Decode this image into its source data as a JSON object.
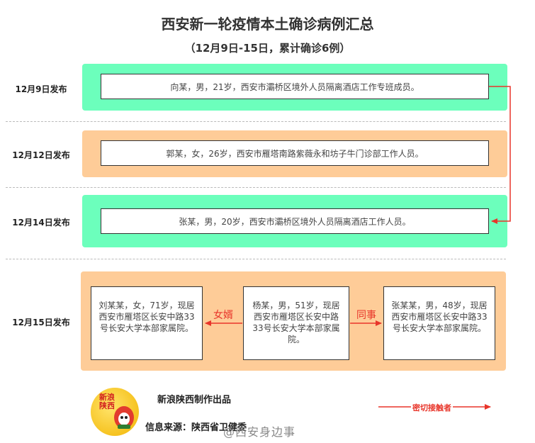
{
  "title": "西安新一轮疫情本土确诊病例汇总",
  "subtitle": "（12月9日-15日，累计确诊6例）",
  "rows": [
    {
      "date": "12月9日发布",
      "cases": [
        "向某，男，21岁，西安市灞桥区境外人员隔离酒店工作专班成员。"
      ]
    },
    {
      "date": "12月12日发布",
      "cases": [
        "郭某，女，26岁，西安市雁塔南路紫薇永和坊子牛门诊部工作人员。"
      ]
    },
    {
      "date": "12月14日发布",
      "cases": [
        "张某，男，20岁，西安市灞桥区境外人员隔离酒店工作人员。"
      ]
    },
    {
      "date": "12月15日发布",
      "cases": [
        "刘某某，女，71岁，现居西安市雁塔区长安中路33号长安大学本部家属院。",
        "杨某，男，51岁，现居西安市雁塔区长安中路33号长安大学本部家属院。",
        "张某某，男，48岁，现居西安市雁塔区长安中路33号长安大学本部家属院。"
      ]
    }
  ],
  "relations": {
    "left": "女婿",
    "right": "同事"
  },
  "footer": {
    "producer": "新浪陕西制作出品",
    "source": "信息来源：陕西省卫健委",
    "logo_text": "新浪陕西",
    "legend": "密切接触者",
    "watermark": "@西安身边事"
  },
  "colors": {
    "green": "#6cffbc",
    "orange": "#fecc98",
    "arrow": "#e8352a"
  }
}
